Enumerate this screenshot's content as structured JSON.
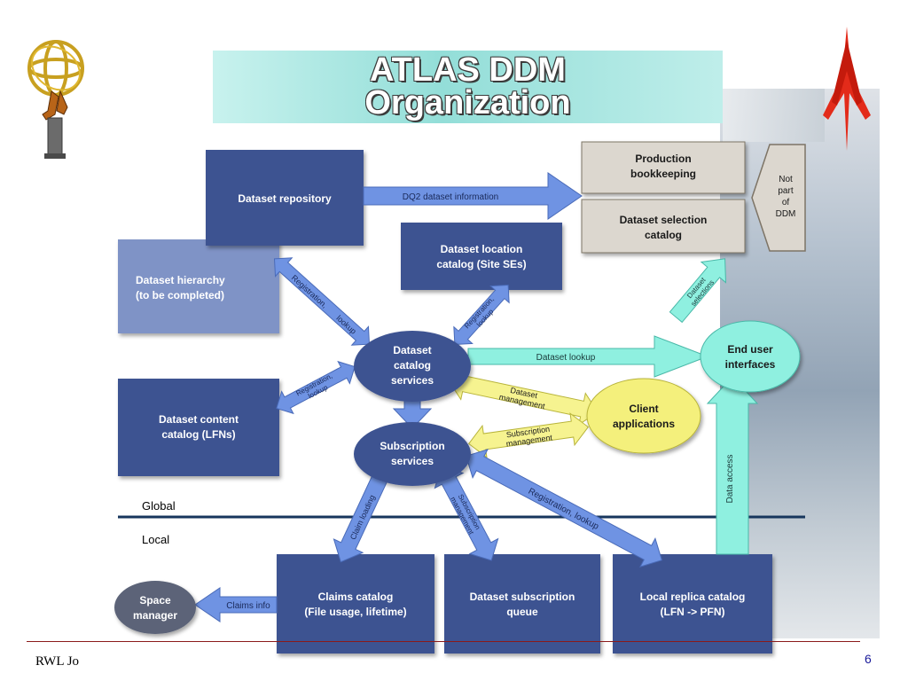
{
  "slide": {
    "title_line1": "ATLAS DDM",
    "title_line2": "Organization",
    "footer_left": "RWL Jo",
    "page_number": "6"
  },
  "diagram": {
    "boxes": {
      "dataset_repository": "Dataset repository",
      "dataset_hierarchy_l1": "Dataset hierarchy",
      "dataset_hierarchy_l2": "(to be completed)",
      "dataset_location_l1": "Dataset location",
      "dataset_location_l2": "catalog (Site SEs)",
      "dataset_content_l1": "Dataset content",
      "dataset_content_l2": "catalog (LFNs)",
      "production_l1": "Production",
      "production_l2": "bookkeeping",
      "selection_l1": "Dataset selection",
      "selection_l2": "catalog",
      "claims_l1": "Claims catalog",
      "claims_l2": "(File usage, lifetime)",
      "subscription_queue_l1": "Dataset subscription",
      "subscription_queue_l2": "queue",
      "local_replica_l1": "Local replica catalog",
      "local_replica_l2": "(LFN -> PFN)"
    },
    "ellipses": {
      "catalog_services_l1": "Dataset",
      "catalog_services_l2": "catalog",
      "catalog_services_l3": "services",
      "subscription_services_l1": "Subscription",
      "subscription_services_l2": "services",
      "end_user_l1": "End user",
      "end_user_l2": "interfaces",
      "client_apps_l1": "Client",
      "client_apps_l2": "applications",
      "space_manager_l1": "Space",
      "space_manager_l2": "manager"
    },
    "not_part": {
      "l1": "Not",
      "l2": "part",
      "l3": "of",
      "l4": "DDM"
    },
    "arrows": {
      "dq2_info": "DQ2 dataset information",
      "dataset_lookup": "Dataset lookup",
      "reg_lookup_1a": "Registration,",
      "reg_lookup_1b": "lookup",
      "reg_lookup_2a": "Registration,",
      "reg_lookup_2b": "lookup",
      "reg_lookup_3a": "Registration,",
      "reg_lookup_3b": "lookup",
      "reg_lookup_4": "Registration, lookup",
      "dataset_mgmt_a": "Dataset",
      "dataset_mgmt_b": "management",
      "subscription_mgmt_a": "Subscription",
      "subscription_mgmt_b": "management",
      "dataset_selections_a": "Dataset",
      "dataset_selections_b": "selections",
      "claim_loading": "Claim loading",
      "subscription_mgmt2_a": "Subscription",
      "subscription_mgmt2_b": "management",
      "data_access": "Data access",
      "claims_info": "Claims info"
    },
    "divider": {
      "global": "Global",
      "local": "Local"
    }
  },
  "colors": {
    "box_dark": "#3e5291",
    "box_light": "#7f93c6",
    "box_grey": "#dcd7cf",
    "arrow_blue": "#6f93e3",
    "arrow_cyan": "#8ff0e0",
    "arrow_yellow": "#f6f390",
    "ellipse_blue": "#3e5291",
    "ellipse_yellow": "#f4f07c",
    "ellipse_cyan": "#8ff0e0",
    "ellipse_grey": "#5b6478"
  }
}
